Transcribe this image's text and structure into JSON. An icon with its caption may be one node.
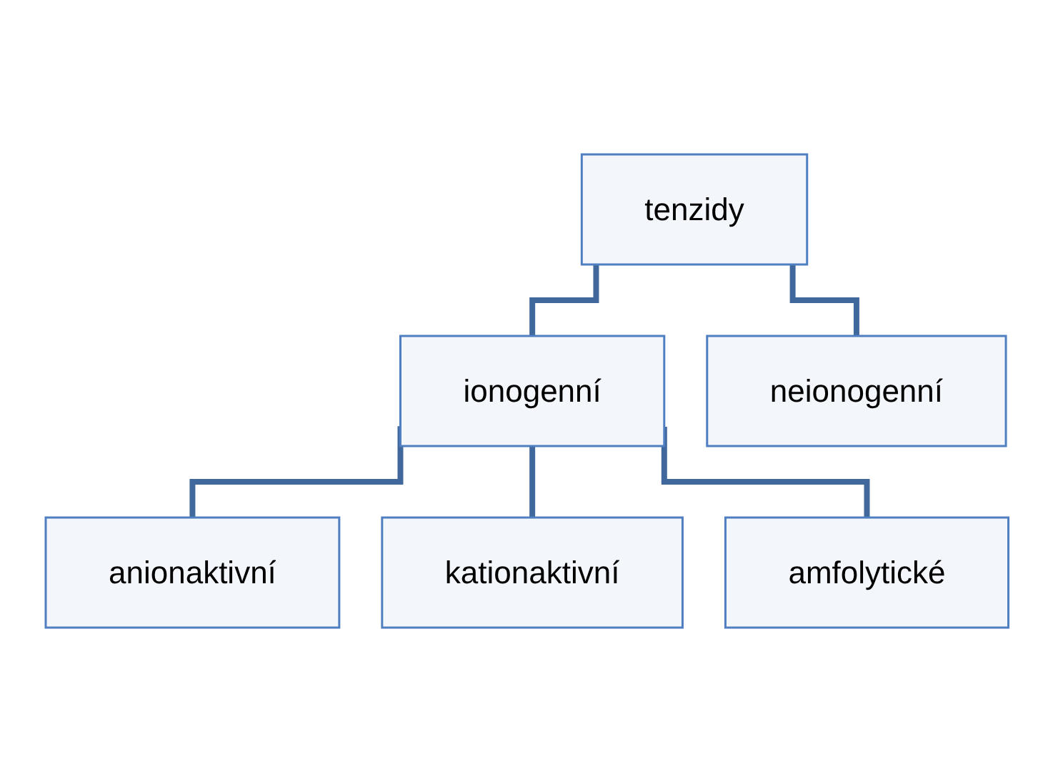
{
  "diagram": {
    "nodes": [
      {
        "text": [
          "tenzidy"
        ]
      },
      {
        "text": [
          "ionogenní"
        ]
      },
      {
        "text": [
          "neionogenní"
        ]
      },
      {
        "text": [
          "anionaktivní"
        ]
      },
      {
        "text": [
          "kationaktivní"
        ]
      },
      {
        "text": [
          "amfolytické"
        ]
      }
    ],
    "edges": [
      {
        "from": 0,
        "to": 1,
        "arrow": "none"
      },
      {
        "from": 0,
        "to": 2,
        "arrow": "none"
      },
      {
        "from": 1,
        "to": 3,
        "arrow": "none"
      },
      {
        "from": 1,
        "to": 4,
        "arrow": "none"
      },
      {
        "from": 1,
        "to": 5,
        "arrow": "none"
      }
    ]
  }
}
